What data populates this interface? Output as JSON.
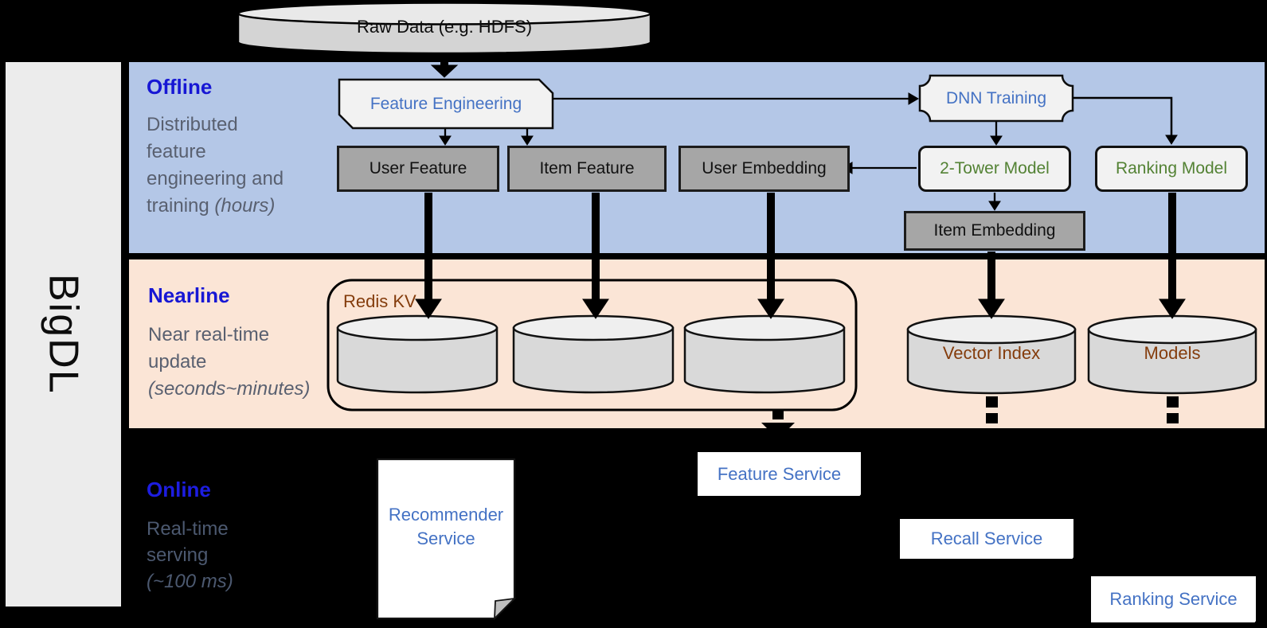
{
  "brand": "BigDL",
  "raw_data": {
    "label": "Raw Data (e.g. HDFS)"
  },
  "bands": {
    "offline": {
      "label": "Offline",
      "desc_lines": [
        "Distributed",
        "feature",
        "engineering and"
      ],
      "desc_tail": "training",
      "desc_tail_italic": "(hours)"
    },
    "nearline": {
      "label": "Nearline",
      "desc_lines": [
        "Near real-time",
        "update"
      ],
      "desc_italic": "(seconds~minutes)"
    },
    "online": {
      "label": "Online",
      "desc_lines": [
        "Real-time",
        "serving"
      ],
      "desc_italic": "(~100 ms)"
    }
  },
  "nodes": {
    "feature_engineering": "Feature Engineering",
    "dnn_training": "DNN Training",
    "user_feature": "User Feature",
    "item_feature": "Item Feature",
    "user_embedding": "User Embedding",
    "two_tower_model": "2-Tower Model",
    "ranking_model": "Ranking Model",
    "item_embedding": "Item Embedding",
    "redis_kv": "Redis KV",
    "vector_index": "Vector Index",
    "models": "Models",
    "feature_service": "Feature Service",
    "recommender_service": "Recommender Service",
    "recall_service": "Recall Service",
    "ranking_service": "Ranking Service"
  },
  "colors": {
    "band_offline": "#B4C7E7",
    "band_nearline": "#FBE5D6",
    "band_title_blue": "#1717d4",
    "node_label_blue": "#4472C4",
    "model_green": "#538234",
    "storage_brown": "#843C0C",
    "gray_box": "#A6A6A6",
    "light_shape": "#F2F2F2",
    "sidebar_gray": "#ECECEC",
    "background": "#000000"
  }
}
